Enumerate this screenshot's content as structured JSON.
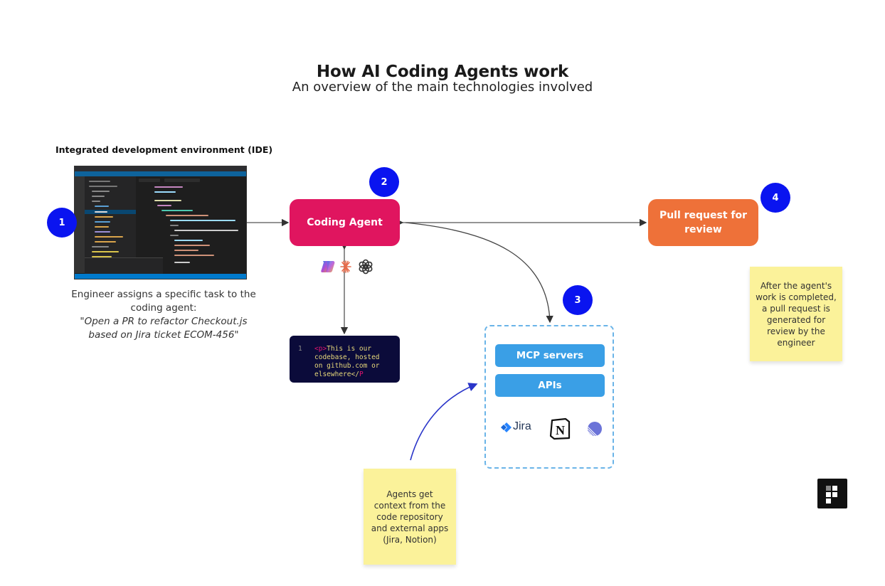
{
  "header": {
    "title": "How AI Coding Agents work",
    "subtitle": "An overview of the main technologies involved"
  },
  "ide": {
    "label": "Integrated development environment (IDE)",
    "step": "1",
    "description": "Engineer assigns a specific task to the coding agent:",
    "quote_line1": "\"Open a PR to refactor Checkout.js",
    "quote_line2": "based on Jira ticket ECOM-456\""
  },
  "coding_agent": {
    "label": "Coding Agent",
    "step": "2",
    "model_icons": [
      "copilot-icon",
      "claude-icon",
      "openai-icon"
    ]
  },
  "codebase": {
    "line_number": "1",
    "open_tag": "<p>",
    "text": "This is our\ncodebase, hosted\non github.com or\nelsewhere",
    "close_tag_prefix": "</",
    "close_tag_letter": "P"
  },
  "context": {
    "step": "3",
    "mcp_label": "MCP servers",
    "apis_label": "APIs",
    "apps": [
      "Jira",
      "Notion",
      "Linear"
    ],
    "jira_text": "Jira",
    "notion_letter": "N"
  },
  "pull_request": {
    "label": "Pull request for review",
    "step": "4"
  },
  "notes": {
    "pr_note": "After the agent's work is completed, a pull request is generated for review by the engineer",
    "context_note": "Agents get context from the code repository and external apps (Jira, Notion)"
  },
  "colors": {
    "step_circle": "#0a14f0",
    "coding_agent": "#e0155f",
    "pull_request": "#ee7139",
    "api_pill": "#3a9fe6",
    "sticky": "#fbf29a",
    "code_bg": "#0b0b3a"
  }
}
